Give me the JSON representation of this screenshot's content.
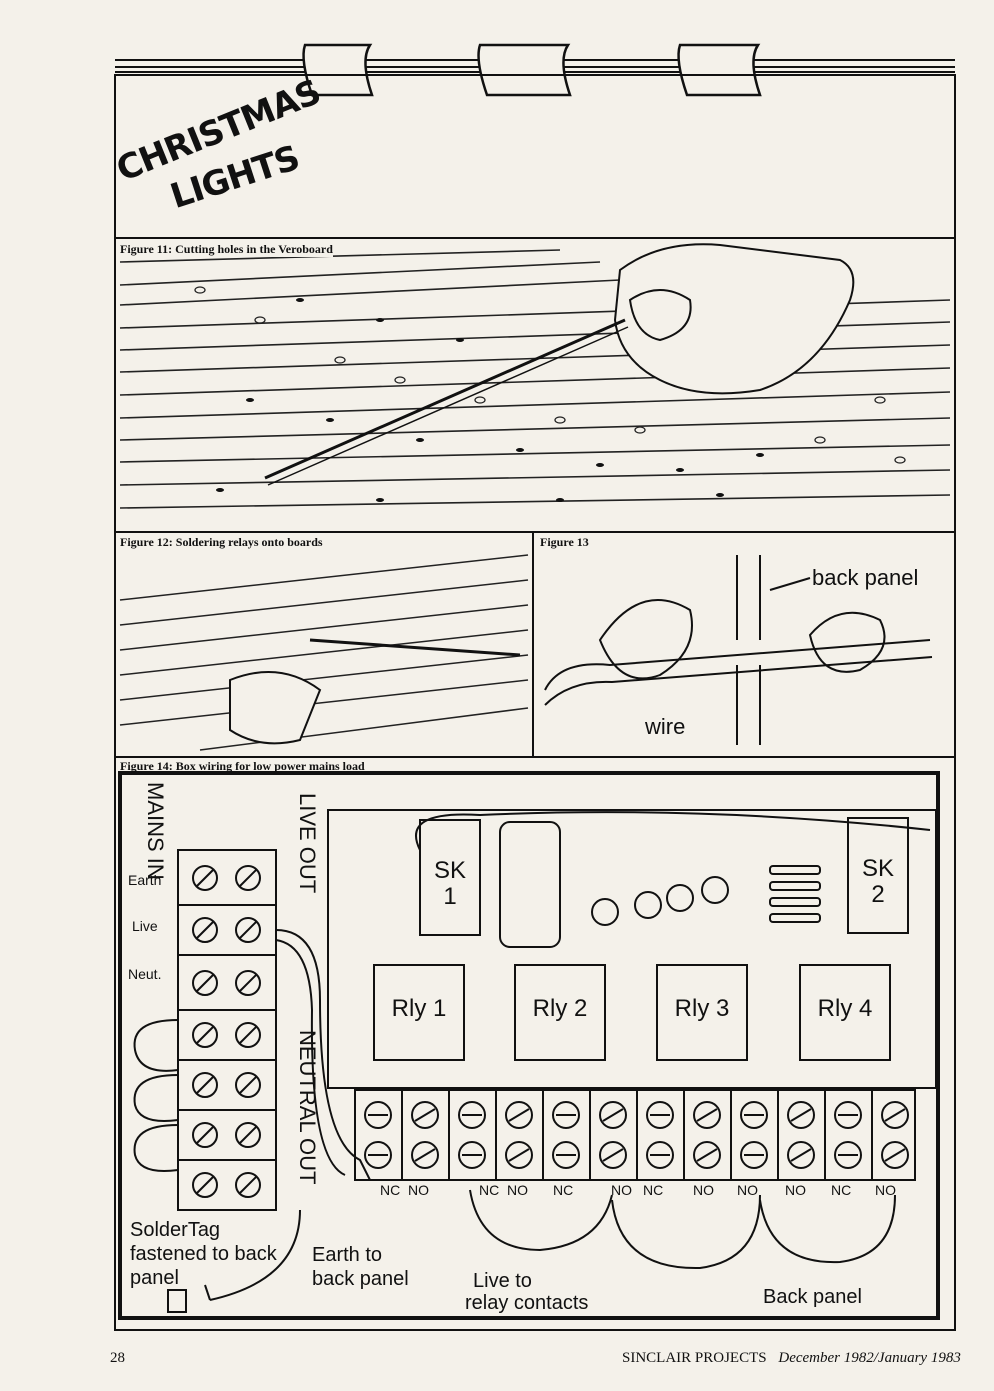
{
  "header": {
    "title_line1": "CHRISTMAS",
    "title_line2": "LIGHTS"
  },
  "figures": {
    "fig11_caption": "Figure 11: Cutting holes in the Veroboard",
    "fig12_caption": "Figure 12: Soldering relays onto boards",
    "fig13_caption": "Figure 13",
    "fig13_back_panel": "back panel",
    "fig13_wire": "wire",
    "fig14_caption": "Figure 14: Box wiring for low power mains load"
  },
  "fig14": {
    "mains_in": "MAINS IN",
    "live_out": "LIVE OUT",
    "neutral_out": "NEUTRAL OUT",
    "terminal_labels": [
      "Earth",
      "Live",
      "Neut."
    ],
    "sk1": "SK 1",
    "sk2": "SK 2",
    "relays": [
      "Rly 1",
      "Rly 2",
      "Rly 3",
      "Rly 4"
    ],
    "contact_labels": [
      "NC",
      "NO",
      "NC",
      "NO",
      "NC",
      "NO",
      "NC",
      "NO",
      "NO",
      "NO",
      "NC",
      "NO"
    ],
    "solder_tag": [
      "SolderTag",
      "fastened to back",
      "panel"
    ],
    "earth_to": [
      "Earth to",
      "back panel"
    ],
    "live_to": [
      "Live to",
      "relay contacts"
    ],
    "back_panel": "Back panel"
  },
  "footer": {
    "page_number": "28",
    "publication": "SINCLAIR PROJECTS",
    "date": "December 1982/January 1983"
  }
}
